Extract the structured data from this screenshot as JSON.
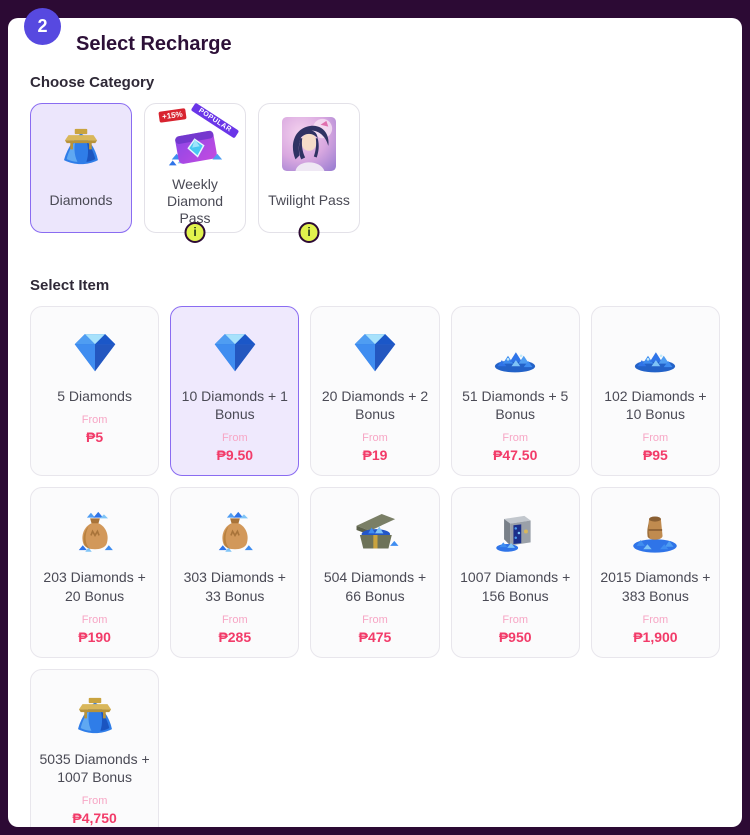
{
  "page": {
    "step_number": "2",
    "title": "Select Recharge"
  },
  "sections": {
    "choose_category": "Choose Category",
    "select_item": "Select Item"
  },
  "labels": {
    "from": "From",
    "info": "i"
  },
  "colors": {
    "page_border": "#2c0a34",
    "step_badge": "#5749e0",
    "accent_selected": "#8a6cf1",
    "selected_bg": "#ece6fc",
    "price_pink": "#f23b69",
    "from_pink": "#f7a6c5",
    "discount_red": "#d8232f",
    "popular_purple": "#6a35e8",
    "info_yellow": "#e1f24d"
  },
  "categories": [
    {
      "label": "Diamonds",
      "icon": "diamond-mound",
      "selected": true,
      "has_info": false
    },
    {
      "label": "Weekly Diamond Pass",
      "icon": "weekly-diamond-pass",
      "selected": false,
      "has_info": true,
      "discount_badge": "+15%",
      "popular_badge": "POPULAR"
    },
    {
      "label": "Twilight Pass",
      "icon": "twilight-pass",
      "selected": false,
      "has_info": true
    }
  ],
  "items": [
    {
      "label": "5 Diamonds",
      "price": "₱5",
      "icon": "diamond",
      "selected": false
    },
    {
      "label": "10 Diamonds + 1 Bonus",
      "price": "₱9.50",
      "icon": "diamond",
      "selected": true
    },
    {
      "label": "20 Diamonds + 2 Bonus",
      "price": "₱19",
      "icon": "diamond",
      "selected": false
    },
    {
      "label": "51 Diamonds + 5 Bonus",
      "price": "₱47.50",
      "icon": "diamond-pile",
      "selected": false
    },
    {
      "label": "102 Diamonds + 10 Bonus",
      "price": "₱95",
      "icon": "diamond-pile",
      "selected": false
    },
    {
      "label": "203 Diamonds + 20 Bonus",
      "price": "₱190",
      "icon": "diamond-pouch",
      "selected": false
    },
    {
      "label": "303 Diamonds + 33 Bonus",
      "price": "₱285",
      "icon": "diamond-pouch",
      "selected": false
    },
    {
      "label": "504 Diamonds + 66 Bonus",
      "price": "₱475",
      "icon": "diamond-chest",
      "selected": false
    },
    {
      "label": "1007 Diamonds + 156 Bonus",
      "price": "₱950",
      "icon": "diamond-safe",
      "selected": false
    },
    {
      "label": "2015 Diamonds + 383 Bonus",
      "price": "₱1,900",
      "icon": "diamond-barrel",
      "selected": false
    },
    {
      "label": "5035 Diamonds + 1007 Bonus",
      "price": "₱4,750",
      "icon": "diamond-mound",
      "selected": false
    }
  ]
}
